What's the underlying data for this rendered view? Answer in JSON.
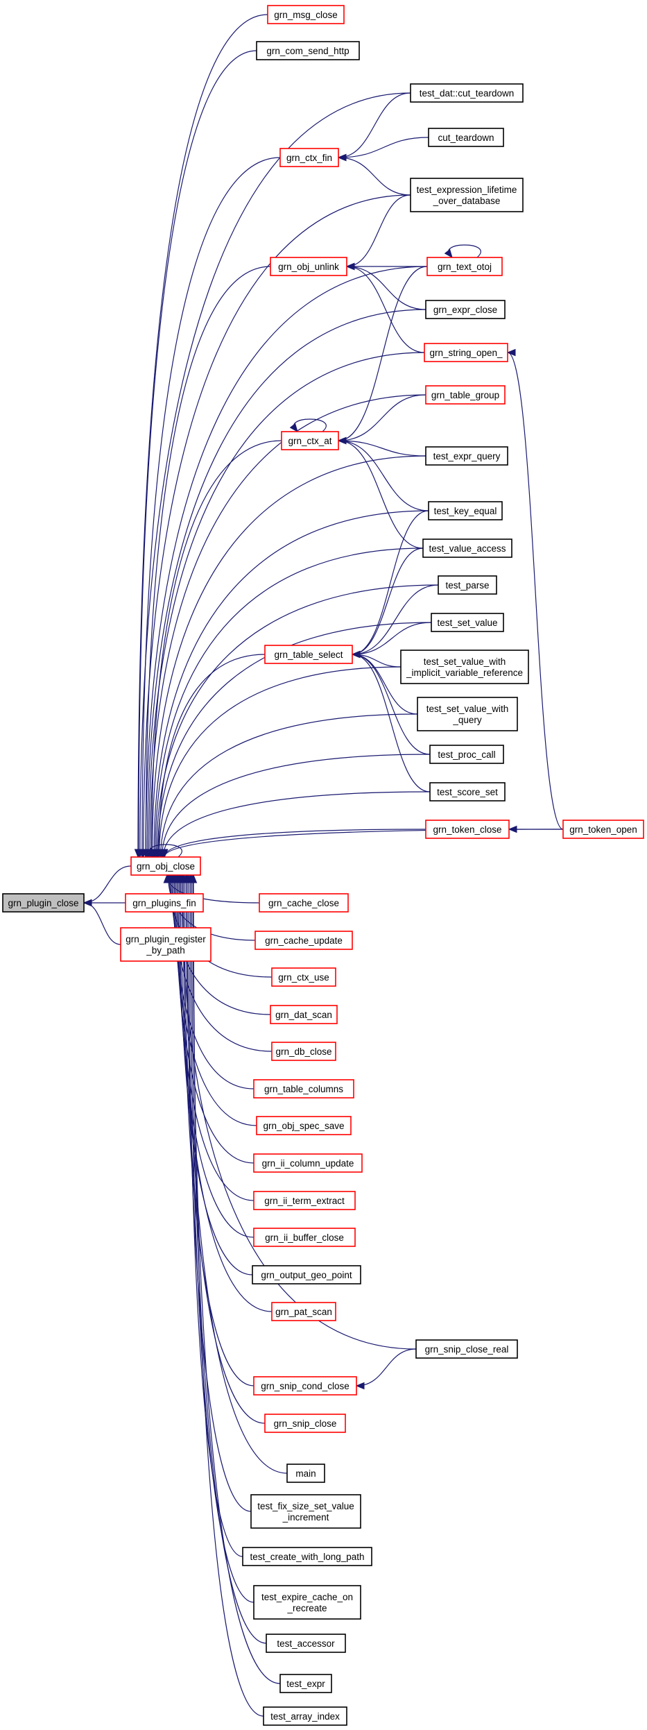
{
  "colors": {
    "edge": "#191970",
    "red_border": "#ff0000",
    "black_border": "#000000",
    "focus_fill": "#bfbfbf"
  },
  "nodes": [
    {
      "id": "plugin_close",
      "lines": [
        "grn_plugin_close"
      ],
      "style": "focus"
    },
    {
      "id": "obj_close",
      "lines": [
        "grn_obj_close"
      ],
      "style": "red"
    },
    {
      "id": "plugins_fin",
      "lines": [
        "grn_plugins_fin"
      ],
      "style": "red"
    },
    {
      "id": "plugin_register",
      "lines": [
        "grn_plugin_register",
        "_by_path"
      ],
      "style": "red"
    },
    {
      "id": "msg_close",
      "lines": [
        "grn_msg_close"
      ],
      "style": "red"
    },
    {
      "id": "com_send_http",
      "lines": [
        "grn_com_send_http"
      ],
      "style": "black"
    },
    {
      "id": "cut_teardown_dat",
      "lines": [
        "test_dat::cut_teardown"
      ],
      "style": "black"
    },
    {
      "id": "ctx_fin",
      "lines": [
        "grn_ctx_fin"
      ],
      "style": "red"
    },
    {
      "id": "cut_teardown",
      "lines": [
        "cut_teardown"
      ],
      "style": "black"
    },
    {
      "id": "expr_lifetime",
      "lines": [
        "test_expression_lifetime",
        "_over_database"
      ],
      "style": "black"
    },
    {
      "id": "obj_unlink",
      "lines": [
        "grn_obj_unlink"
      ],
      "style": "red"
    },
    {
      "id": "text_otoj",
      "lines": [
        "grn_text_otoj"
      ],
      "style": "red"
    },
    {
      "id": "expr_close",
      "lines": [
        "grn_expr_close"
      ],
      "style": "black"
    },
    {
      "id": "string_open",
      "lines": [
        "grn_string_open_"
      ],
      "style": "red"
    },
    {
      "id": "table_group",
      "lines": [
        "grn_table_group"
      ],
      "style": "red"
    },
    {
      "id": "ctx_at",
      "lines": [
        "grn_ctx_at"
      ],
      "style": "red"
    },
    {
      "id": "expr_query",
      "lines": [
        "test_expr_query"
      ],
      "style": "black"
    },
    {
      "id": "key_equal",
      "lines": [
        "test_key_equal"
      ],
      "style": "black"
    },
    {
      "id": "value_access",
      "lines": [
        "test_value_access"
      ],
      "style": "black"
    },
    {
      "id": "test_parse",
      "lines": [
        "test_parse"
      ],
      "style": "black"
    },
    {
      "id": "set_value",
      "lines": [
        "test_set_value"
      ],
      "style": "black"
    },
    {
      "id": "table_select",
      "lines": [
        "grn_table_select"
      ],
      "style": "red"
    },
    {
      "id": "set_value_implicit",
      "lines": [
        "test_set_value_with",
        "_implicit_variable_reference"
      ],
      "style": "black"
    },
    {
      "id": "set_value_query",
      "lines": [
        "test_set_value_with",
        "_query"
      ],
      "style": "black"
    },
    {
      "id": "proc_call",
      "lines": [
        "test_proc_call"
      ],
      "style": "black"
    },
    {
      "id": "score_set",
      "lines": [
        "test_score_set"
      ],
      "style": "black"
    },
    {
      "id": "token_close",
      "lines": [
        "grn_token_close"
      ],
      "style": "red"
    },
    {
      "id": "token_open",
      "lines": [
        "grn_token_open"
      ],
      "style": "red"
    },
    {
      "id": "cache_close",
      "lines": [
        "grn_cache_close"
      ],
      "style": "red"
    },
    {
      "id": "cache_update",
      "lines": [
        "grn_cache_update"
      ],
      "style": "red"
    },
    {
      "id": "ctx_use",
      "lines": [
        "grn_ctx_use"
      ],
      "style": "red"
    },
    {
      "id": "dat_scan",
      "lines": [
        "grn_dat_scan"
      ],
      "style": "red"
    },
    {
      "id": "db_close",
      "lines": [
        "grn_db_close"
      ],
      "style": "red"
    },
    {
      "id": "table_columns",
      "lines": [
        "grn_table_columns"
      ],
      "style": "red"
    },
    {
      "id": "obj_spec_save",
      "lines": [
        "grn_obj_spec_save"
      ],
      "style": "red"
    },
    {
      "id": "ii_column_update",
      "lines": [
        "grn_ii_column_update"
      ],
      "style": "red"
    },
    {
      "id": "ii_term_extract",
      "lines": [
        "grn_ii_term_extract"
      ],
      "style": "red"
    },
    {
      "id": "ii_buffer_close",
      "lines": [
        "grn_ii_buffer_close"
      ],
      "style": "red"
    },
    {
      "id": "output_geo_point",
      "lines": [
        "grn_output_geo_point"
      ],
      "style": "black"
    },
    {
      "id": "pat_scan",
      "lines": [
        "grn_pat_scan"
      ],
      "style": "red"
    },
    {
      "id": "snip_close_real",
      "lines": [
        "grn_snip_close_real"
      ],
      "style": "black"
    },
    {
      "id": "snip_cond_close",
      "lines": [
        "grn_snip_cond_close"
      ],
      "style": "red"
    },
    {
      "id": "snip_close",
      "lines": [
        "grn_snip_close"
      ],
      "style": "red"
    },
    {
      "id": "main",
      "lines": [
        "main"
      ],
      "style": "black"
    },
    {
      "id": "fix_size",
      "lines": [
        "test_fix_size_set_value",
        "_increment"
      ],
      "style": "black"
    },
    {
      "id": "create_long_path",
      "lines": [
        "test_create_with_long_path"
      ],
      "style": "black"
    },
    {
      "id": "expire_cache",
      "lines": [
        "test_expire_cache_on",
        "_recreate"
      ],
      "style": "black"
    },
    {
      "id": "test_accessor",
      "lines": [
        "test_accessor"
      ],
      "style": "black"
    },
    {
      "id": "test_expr",
      "lines": [
        "test_expr"
      ],
      "style": "black"
    },
    {
      "id": "array_index",
      "lines": [
        "test_array_index"
      ],
      "style": "black"
    }
  ],
  "edges": [
    [
      "obj_close",
      "plugin_close"
    ],
    [
      "plugins_fin",
      "plugin_close"
    ],
    [
      "plugin_register",
      "plugin_close"
    ],
    [
      "obj_close",
      "obj_close"
    ],
    [
      "msg_close",
      "obj_close"
    ],
    [
      "com_send_http",
      "obj_close"
    ],
    [
      "cut_teardown_dat",
      "obj_close"
    ],
    [
      "ctx_fin",
      "obj_close"
    ],
    [
      "expr_lifetime",
      "obj_close"
    ],
    [
      "obj_unlink",
      "obj_close"
    ],
    [
      "text_otoj",
      "obj_close"
    ],
    [
      "expr_close",
      "obj_close"
    ],
    [
      "string_open",
      "obj_close"
    ],
    [
      "table_group",
      "obj_close"
    ],
    [
      "ctx_at",
      "obj_close"
    ],
    [
      "expr_query",
      "obj_close"
    ],
    [
      "key_equal",
      "obj_close"
    ],
    [
      "value_access",
      "obj_close"
    ],
    [
      "test_parse",
      "obj_close"
    ],
    [
      "set_value",
      "obj_close"
    ],
    [
      "table_select",
      "obj_close"
    ],
    [
      "set_value_implicit",
      "obj_close"
    ],
    [
      "set_value_query",
      "obj_close"
    ],
    [
      "proc_call",
      "obj_close"
    ],
    [
      "score_set",
      "obj_close"
    ],
    [
      "token_close",
      "obj_close"
    ],
    [
      "token_open",
      "obj_close"
    ],
    [
      "cache_close",
      "obj_close"
    ],
    [
      "cache_update",
      "obj_close"
    ],
    [
      "ctx_use",
      "obj_close"
    ],
    [
      "dat_scan",
      "obj_close"
    ],
    [
      "db_close",
      "obj_close"
    ],
    [
      "table_columns",
      "obj_close"
    ],
    [
      "obj_spec_save",
      "obj_close"
    ],
    [
      "ii_column_update",
      "obj_close"
    ],
    [
      "ii_term_extract",
      "obj_close"
    ],
    [
      "ii_buffer_close",
      "obj_close"
    ],
    [
      "output_geo_point",
      "obj_close"
    ],
    [
      "pat_scan",
      "obj_close"
    ],
    [
      "snip_close_real",
      "obj_close"
    ],
    [
      "snip_cond_close",
      "obj_close"
    ],
    [
      "snip_close",
      "obj_close"
    ],
    [
      "main",
      "obj_close"
    ],
    [
      "fix_size",
      "obj_close"
    ],
    [
      "create_long_path",
      "obj_close"
    ],
    [
      "expire_cache",
      "obj_close"
    ],
    [
      "test_accessor",
      "obj_close"
    ],
    [
      "test_expr",
      "obj_close"
    ],
    [
      "array_index",
      "obj_close"
    ],
    [
      "cut_teardown_dat",
      "ctx_fin"
    ],
    [
      "cut_teardown",
      "ctx_fin"
    ],
    [
      "expr_lifetime",
      "ctx_fin"
    ],
    [
      "expr_lifetime",
      "obj_unlink"
    ],
    [
      "text_otoj",
      "obj_unlink"
    ],
    [
      "expr_close",
      "obj_unlink"
    ],
    [
      "string_open",
      "obj_unlink"
    ],
    [
      "text_otoj",
      "text_otoj"
    ],
    [
      "ctx_at",
      "ctx_at"
    ],
    [
      "text_otoj",
      "ctx_at"
    ],
    [
      "table_group",
      "ctx_at"
    ],
    [
      "expr_query",
      "ctx_at"
    ],
    [
      "key_equal",
      "ctx_at"
    ],
    [
      "value_access",
      "ctx_at"
    ],
    [
      "key_equal",
      "table_select"
    ],
    [
      "value_access",
      "table_select"
    ],
    [
      "test_parse",
      "table_select"
    ],
    [
      "set_value",
      "table_select"
    ],
    [
      "set_value_implicit",
      "table_select"
    ],
    [
      "set_value_query",
      "table_select"
    ],
    [
      "proc_call",
      "table_select"
    ],
    [
      "score_set",
      "table_select"
    ],
    [
      "token_open",
      "token_close"
    ],
    [
      "token_open",
      "string_open"
    ],
    [
      "snip_close_real",
      "snip_cond_close"
    ]
  ]
}
